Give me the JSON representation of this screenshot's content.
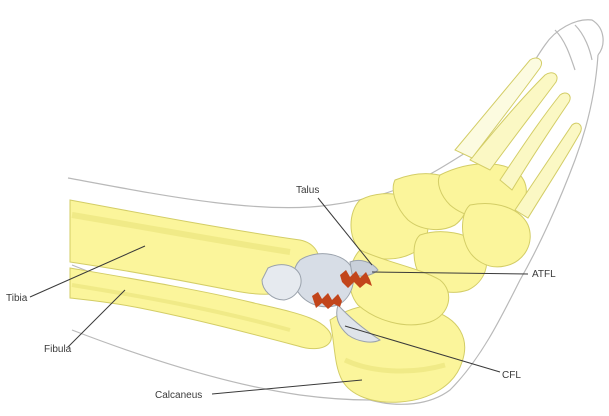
{
  "labels": {
    "talus": "Talus",
    "atfl": "ATFL",
    "tibia": "Tibia",
    "fibula": "Fibula",
    "cfl": "CFL",
    "calcaneus": "Calcaneus"
  },
  "colors": {
    "bone_fill": "#fbf59b",
    "bone_shadow": "#e9e37a",
    "bone_outline": "#d3cd66",
    "skin_outline": "#b9b9b9",
    "ligament": "#d7dde6",
    "ligament_shadow": "#9aa2ac",
    "tear": "#c2451b",
    "leader": "#3a3a3a"
  }
}
